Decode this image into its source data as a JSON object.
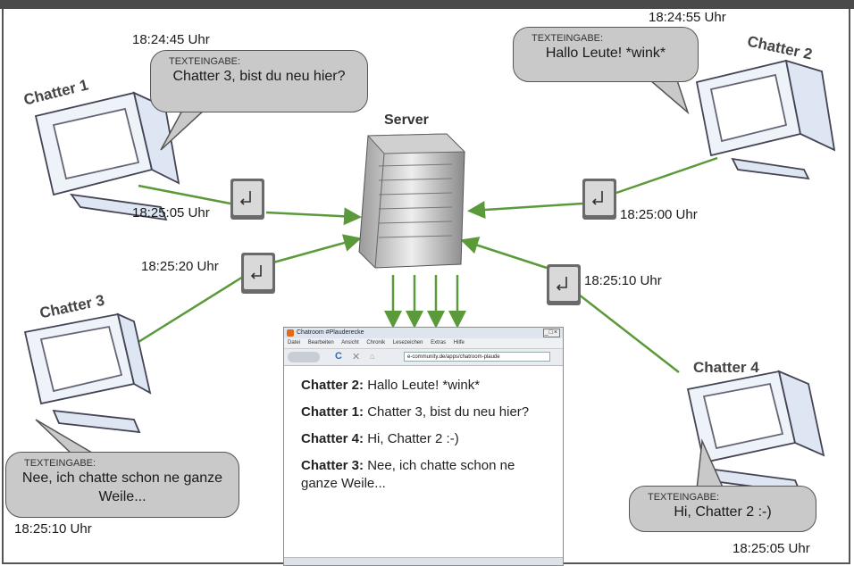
{
  "server": {
    "label": "Server"
  },
  "chatters": {
    "c1": {
      "name": "Chatter 1",
      "time_typed": "18:24:45 Uhr",
      "time_sent": "18:25:05 Uhr"
    },
    "c2": {
      "name": "Chatter 2",
      "time_typed": "18:24:55 Uhr",
      "time_sent": "18:25:00 Uhr"
    },
    "c3": {
      "name": "Chatter 3",
      "time_typed": "18:25:10 Uhr",
      "time_sent": "18:25:20 Uhr"
    },
    "c4": {
      "name": "Chatter 4",
      "time_typed": "18:25:05 Uhr",
      "time_sent": "18:25:10 Uhr"
    }
  },
  "bubbles": {
    "caption": "TEXTEINGABE:",
    "c1": "Chatter 3, bist du neu hier?",
    "c2": "Hallo Leute! *wink*",
    "c3": "Nee, ich chatte schon ne ganze Weile...",
    "c4": "Hi, Chatter 2 :-)"
  },
  "browser": {
    "title": "Chatroom #Plauderecke",
    "controls": "_□×",
    "menu": [
      "Datei",
      "Bearbeiten",
      "Ansicht",
      "Chronik",
      "Lesezeichen",
      "Extras",
      "Hilfe"
    ],
    "url": "e-community.de/apps/chatroom-plaude",
    "messages": [
      {
        "sender": "Chatter 2:",
        "text": "Hallo Leute! *wink*"
      },
      {
        "sender": "Chatter 1:",
        "text": "Chatter 3, bist du neu hier?"
      },
      {
        "sender": "Chatter 4:",
        "text": "Hi, Chatter 2 :-)"
      },
      {
        "sender": "Chatter 3:",
        "text": "Nee, ich chatte schon ne ganze Weile..."
      }
    ]
  },
  "colors": {
    "arrow": "#5b9a3a",
    "bubble": "#c9c9c9",
    "monitor": "#dfe9f5"
  }
}
